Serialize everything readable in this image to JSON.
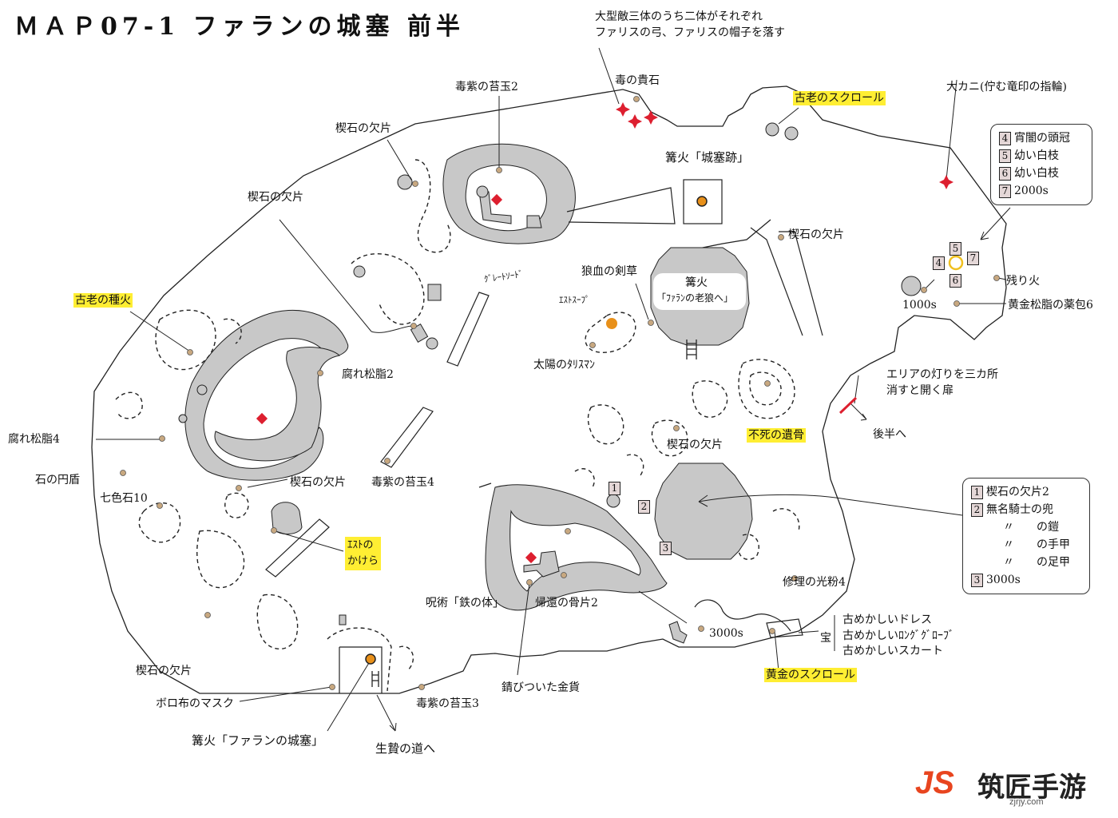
{
  "title": "ＭＡＰ07-1 ファランの城塞 前半",
  "labels": {
    "enemy_drop_1": "大型敵三体のうち二体がそれぞれ",
    "enemy_drop_2": "ファリスの弓、ファリスの帽子を落す",
    "poison_stone": "毒の貴石",
    "moss2": "毒紫の苔玉2",
    "wedge_top": "楔石の欠片",
    "wedge_left": "楔石の欠片",
    "old_scroll": "古老のスクロール",
    "big_crab": "大カニ(佇む竜印の指輪)",
    "bonfire_ruins": "篝火「城塞跡」",
    "wedge_right": "楔石の欠片",
    "great_sword": "ｸﾞﾚｰﾄｿｰﾄﾞ",
    "wolf_herb": "狼血の剣草",
    "estus_soup": "ｴｽﾄｽｰﾌﾟ",
    "bonfire_wolf_1": "篝火",
    "bonfire_wolf_2": "「ﾌｧﾗﾝの老狼へ」",
    "sun_talisman": "太陽のﾀﾘｽﾏﾝ",
    "ember": "残り火",
    "souls_1000": "1000s",
    "pine_bundle": "黄金松脂の薬包6",
    "elder_flame": "古老の種火",
    "rotten_pine2": "腐れ松脂2",
    "area_lights_1": "エリアの灯りを三カ所",
    "area_lights_2": "消すと開く扉",
    "to_second_half": "後半へ",
    "rotten_pine4": "腐れ松脂4",
    "undead_bone": "不死の遺骨",
    "wedge_mid": "楔石の欠片",
    "stone_shield": "石の円盾",
    "rainbow_stone": "七色石10",
    "wedge_lower": "楔石の欠片",
    "moss4": "毒紫の苔玉4",
    "estus_shard_1": "ｴｽﾄの",
    "estus_shard_2": "かけら",
    "repair_powder": "修理の光粉4",
    "iron_body": "呪術「鉄の体」",
    "homeward_bone": "帰還の骨片2",
    "souls_3000": "3000s",
    "treasure": "宝",
    "old_dress": "古めかしいドレス",
    "old_gloves": "古めかしいﾛﾝｸﾞｸﾞﾛｰﾌﾞ",
    "old_skirt": "古めかしいスカート",
    "gold_scroll": "黄金のスクロール",
    "wedge_bottom": "楔石の欠片",
    "rag_mask": "ボロ布のマスク",
    "moss3": "毒紫の苔玉3",
    "rusted_coin": "錆びついた金貨",
    "bonfire_fortress": "篝火「ファランの城塞」",
    "to_sacrifice": "生贄の道へ"
  },
  "legend_top": {
    "items": [
      {
        "num": "4",
        "text": "宵闇の頭冠"
      },
      {
        "num": "5",
        "text": "幼い白枝"
      },
      {
        "num": "6",
        "text": "幼い白枝"
      },
      {
        "num": "7",
        "text": "2000s"
      }
    ]
  },
  "legend_bottom": {
    "items": [
      {
        "num": "1",
        "text": "楔石の欠片2"
      },
      {
        "num": "2",
        "text": "無名騎士の兜"
      },
      {
        "num": "",
        "text": "〃　　の鎧"
      },
      {
        "num": "",
        "text": "〃　　の手甲"
      },
      {
        "num": "",
        "text": "〃　　の足甲"
      },
      {
        "num": "3",
        "text": "3000s"
      }
    ]
  },
  "markers": {
    "m1": "1",
    "m2": "2",
    "m3": "3",
    "m4": "4",
    "m5": "5",
    "m6": "6",
    "m7": "7"
  },
  "watermark": {
    "logo": "JS",
    "name": "筑匠手游",
    "url": "zjrjy.com"
  },
  "colors": {
    "rock": "#c8c8c8",
    "highlight": "#ffee33",
    "item_dot": "#c8a880",
    "bonfire": "#e8901a",
    "enemy": "#dd1f2f"
  }
}
